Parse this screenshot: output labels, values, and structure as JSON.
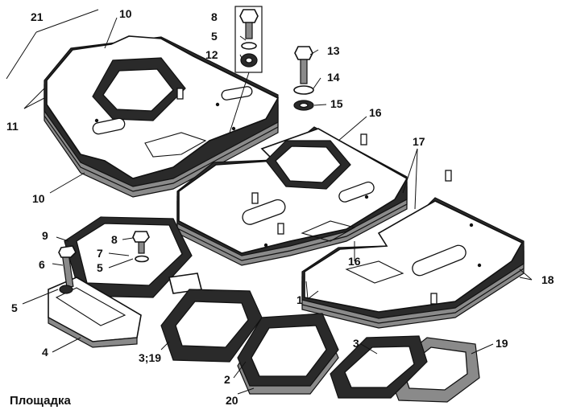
{
  "caption": "Площадка",
  "callouts": {
    "c21": "21",
    "c10a": "10",
    "c11": "11",
    "c10b": "10",
    "c8a": "8",
    "c5a": "5",
    "c12": "12",
    "c13": "13",
    "c14": "14",
    "c15": "15",
    "c16a": "16",
    "c17": "17",
    "c16b": "16",
    "c9": "9",
    "c8b": "8",
    "c7": "7",
    "c5b": "5",
    "c6": "6",
    "c5c": "5",
    "c4": "4",
    "c1": "1",
    "c18": "18",
    "c3a": "3;19",
    "c3b": "3",
    "c19": "19",
    "c2": "2",
    "c20": "20"
  }
}
